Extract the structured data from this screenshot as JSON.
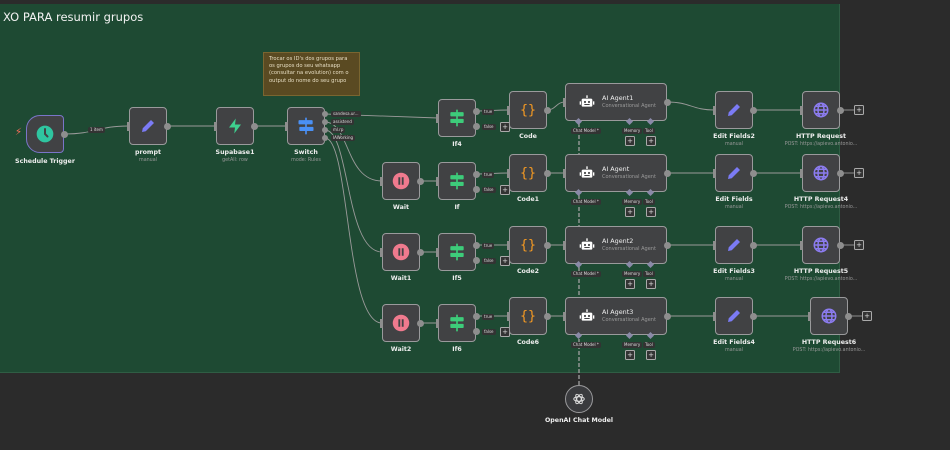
{
  "group": {
    "title": "XO PARA resumir grupos"
  },
  "sticky_note": {
    "text": "Trocar os ID's dos grupos para os grupos do seu whatsapp (consultar na evolution) com o output do nome do seu grupo"
  },
  "edge_labels": {
    "items": "1 item",
    "true": "true",
    "false": "false"
  },
  "switch_outputs": [
    "sandesa.ur...",
    "assistend",
    "ml.rp",
    "IAWorking"
  ],
  "agent_ports": {
    "chat_model": "Chat Model",
    "memory": "Memory",
    "tool": "Tool"
  },
  "colors": {
    "pencil": "#7b7bf5",
    "supabase": "#3ecf8e",
    "switch": "#4a90f5",
    "if": "#3dcc7a",
    "wait": "#f07a8e",
    "code": "#f59a23",
    "globe": "#8c7cf0",
    "clock": "#2fc5a0",
    "group_bg": "#1e4a33"
  },
  "nodes": [
    {
      "id": "trigger",
      "name": "Schedule Trigger",
      "sub": "",
      "icon": "clock-icon"
    },
    {
      "id": "prompt",
      "name": "prompt",
      "sub": "manual",
      "icon": "pencil-icon"
    },
    {
      "id": "supabase",
      "name": "Supabase1",
      "sub": "getAll: row",
      "icon": "supabase-icon"
    },
    {
      "id": "switch",
      "name": "Switch",
      "sub": "mode: Rules",
      "icon": "switch-icon"
    },
    {
      "id": "if4",
      "name": "If4",
      "sub": "",
      "icon": "if-icon"
    },
    {
      "id": "wait",
      "name": "Wait",
      "sub": "",
      "icon": "pause-icon"
    },
    {
      "id": "if",
      "name": "If",
      "sub": "",
      "icon": "if-icon"
    },
    {
      "id": "wait1",
      "name": "Wait1",
      "sub": "",
      "icon": "pause-icon"
    },
    {
      "id": "if5",
      "name": "If5",
      "sub": "",
      "icon": "if-icon"
    },
    {
      "id": "wait2",
      "name": "Wait2",
      "sub": "",
      "icon": "pause-icon"
    },
    {
      "id": "if6",
      "name": "If6",
      "sub": "",
      "icon": "if-icon"
    },
    {
      "id": "code",
      "name": "Code",
      "sub": "",
      "icon": "code-icon"
    },
    {
      "id": "code1",
      "name": "Code1",
      "sub": "",
      "icon": "code-icon"
    },
    {
      "id": "code2",
      "name": "Code2",
      "sub": "",
      "icon": "code-icon"
    },
    {
      "id": "code6",
      "name": "Code6",
      "sub": "",
      "icon": "code-icon"
    },
    {
      "id": "agent1",
      "name": "AI Agent1",
      "sub": "Conversational Agent",
      "icon": "robot-icon"
    },
    {
      "id": "agent",
      "name": "AI Agent",
      "sub": "Conversational Agent",
      "icon": "robot-icon"
    },
    {
      "id": "agent2",
      "name": "AI Agent2",
      "sub": "Conversational Agent",
      "icon": "robot-icon"
    },
    {
      "id": "agent3",
      "name": "AI Agent3",
      "sub": "Conversational Agent",
      "icon": "robot-icon"
    },
    {
      "id": "edit2",
      "name": "Edit Fields2",
      "sub": "manual",
      "icon": "pencil-icon"
    },
    {
      "id": "edit",
      "name": "Edit Fields",
      "sub": "manual",
      "icon": "pencil-icon"
    },
    {
      "id": "edit3",
      "name": "Edit Fields3",
      "sub": "manual",
      "icon": "pencil-icon"
    },
    {
      "id": "edit4",
      "name": "Edit Fields4",
      "sub": "manual",
      "icon": "pencil-icon"
    },
    {
      "id": "http",
      "name": "HTTP Request",
      "sub": "POST: https://apievo.antonio...",
      "icon": "globe-icon"
    },
    {
      "id": "http4",
      "name": "HTTP Request4",
      "sub": "POST: https://apievo.antonio...",
      "icon": "globe-icon"
    },
    {
      "id": "http5",
      "name": "HTTP Request5",
      "sub": "POST: https://apievo.antonio...",
      "icon": "globe-icon"
    },
    {
      "id": "http6",
      "name": "HTTP Request6",
      "sub": "POST: https://apievo.antonio...",
      "icon": "globe-icon"
    }
  ],
  "openai": {
    "name": "OpenAI Chat Model"
  }
}
